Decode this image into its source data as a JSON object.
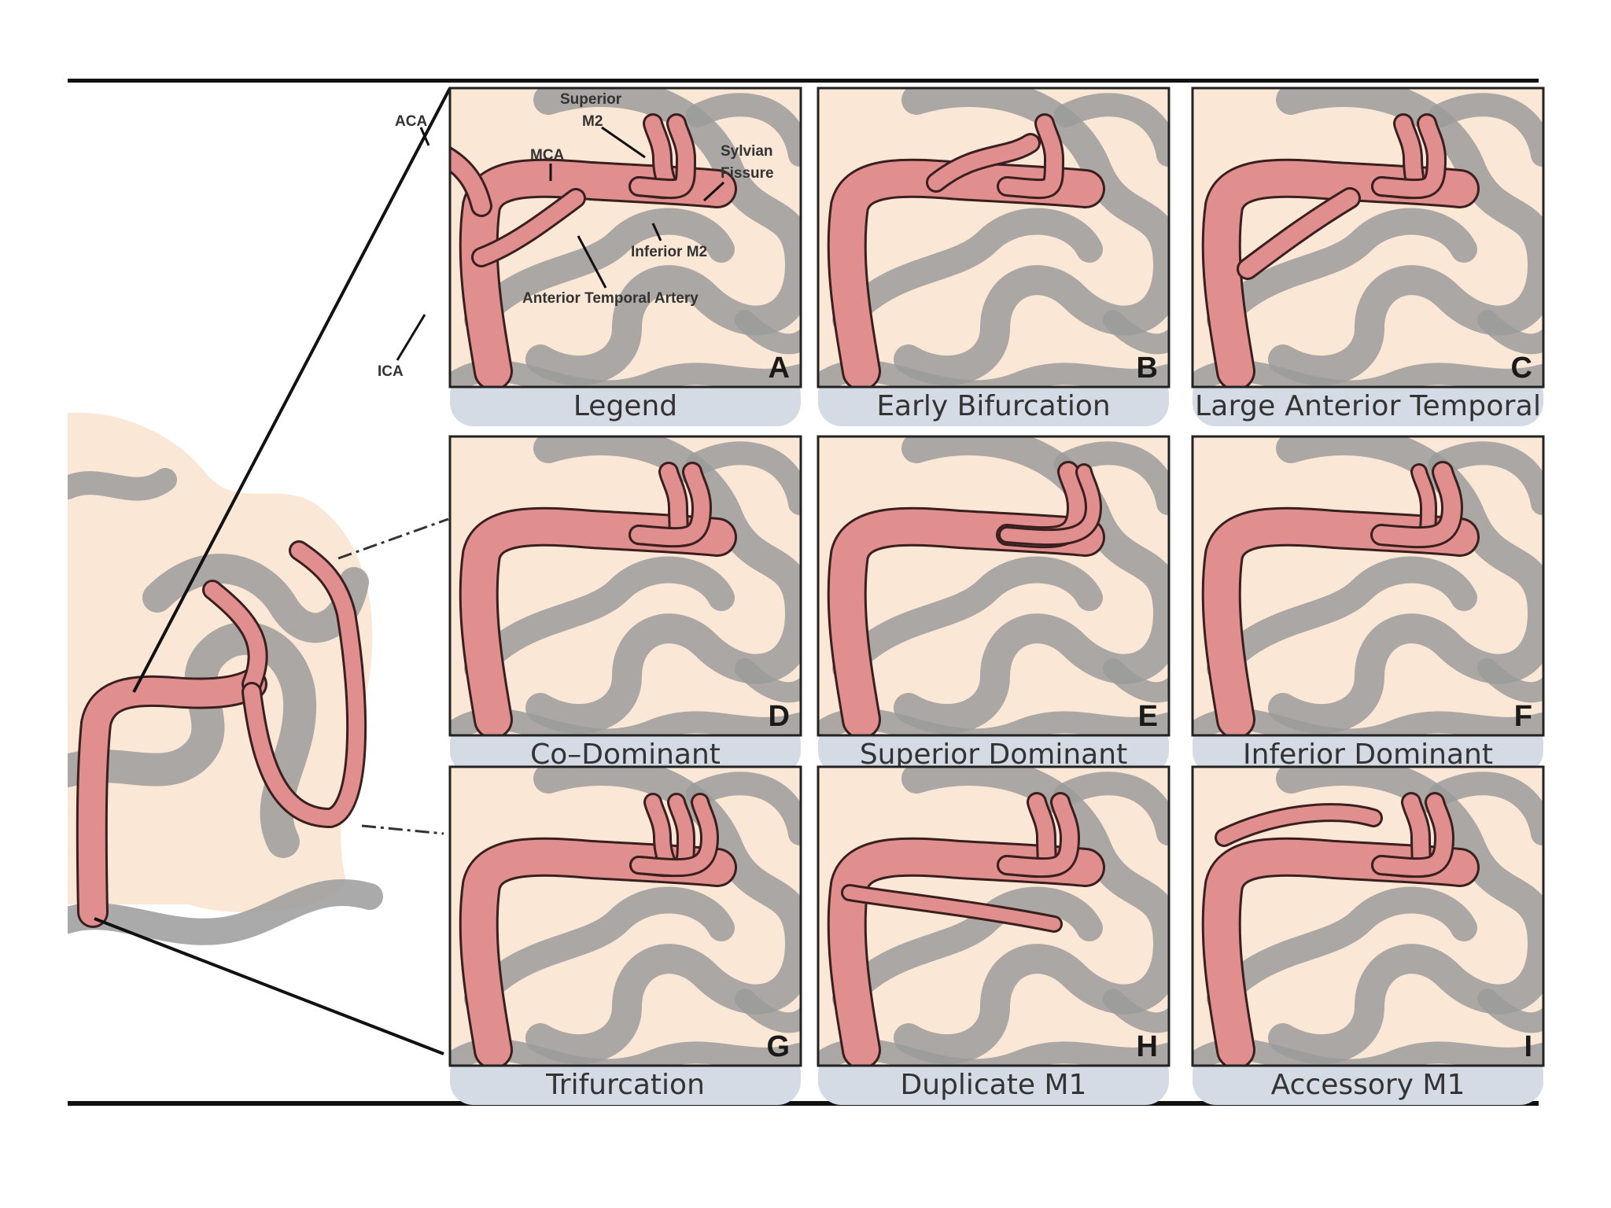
{
  "colors": {
    "background": "#ffffff",
    "brain_tissue": "#fbe7d6",
    "sulci_gray": "#9b9b9b",
    "artery": "#e08e8e",
    "artery_outline": "#3a1f1f",
    "caption_shadow": "#d5dbe4",
    "rule": "#111111"
  },
  "legend_labels": {
    "aca": "ACA",
    "superior_m2": [
      "Superior",
      "M2"
    ],
    "mca": "MCA",
    "sylvian_fissure": [
      "Sylvian",
      "Fissure"
    ],
    "inferior_m2": "Inferior M2",
    "anterior_temporal_artery": "Anterior Temporal Artery",
    "ica": "ICA"
  },
  "panels": [
    {
      "letter": "A",
      "caption": "Legend"
    },
    {
      "letter": "B",
      "caption": "Early Bifurcation"
    },
    {
      "letter": "C",
      "caption": "Large Anterior Temporal"
    },
    {
      "letter": "D",
      "caption": "Co–Dominant"
    },
    {
      "letter": "E",
      "caption": "Superior Dominant"
    },
    {
      "letter": "F",
      "caption": "Inferior Dominant"
    },
    {
      "letter": "G",
      "caption": "Trifurcation"
    },
    {
      "letter": "H",
      "caption": "Duplicate M1"
    },
    {
      "letter": "I",
      "caption": "Accessory M1"
    }
  ]
}
